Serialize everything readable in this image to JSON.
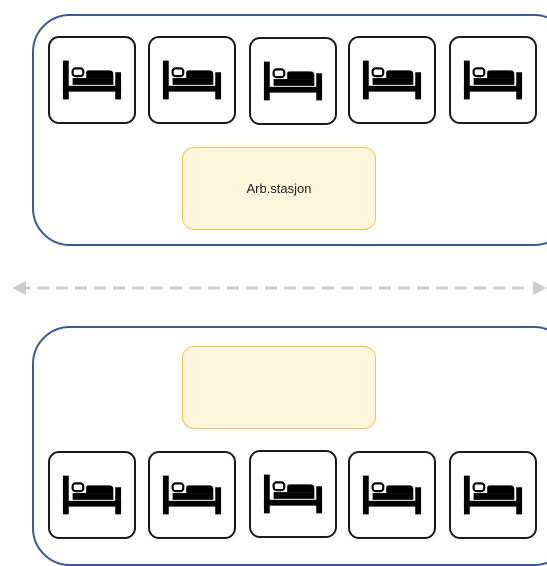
{
  "diagram": {
    "top_ward": {
      "beds": [
        "bed",
        "bed",
        "bed",
        "bed",
        "bed"
      ],
      "station_label": "Arb.stasjon"
    },
    "bottom_ward": {
      "beds": [
        "bed",
        "bed",
        "bed",
        "bed",
        "bed"
      ],
      "station_label": ""
    },
    "divider": {
      "style": "dashed",
      "arrows": "both"
    },
    "colors": {
      "ward_border": "#3b5a93",
      "station_fill": "#fff6dd",
      "station_border": "#f3c449",
      "bed_icon": "#000000",
      "divider": "#cccccc"
    },
    "icon": "bed-icon"
  }
}
